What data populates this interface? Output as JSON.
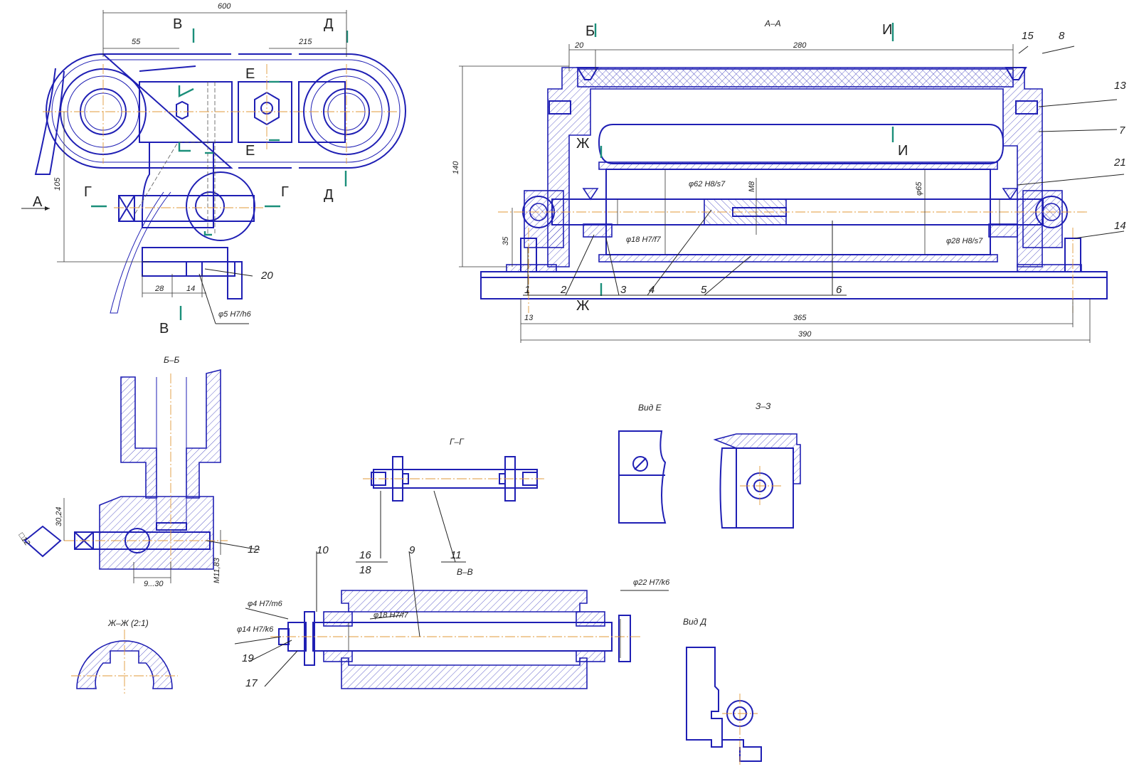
{
  "front_view": {
    "dim_600": "600",
    "dim_55": "55",
    "dim_215": "215",
    "dim_105": "105",
    "dim_28": "28",
    "dim_14": "14",
    "fit_phi5": "φ5 H7/h6",
    "callout_20": "20",
    "cut_v": "В",
    "cut_d": "Д",
    "cut_e": "Е",
    "cut_g": "Г",
    "view_a": "А"
  },
  "section_aa": {
    "title": "А–А",
    "cut_b": "Б",
    "cut_i": "И",
    "cut_zh": "Ж",
    "dim_20": "20",
    "dim_280": "280",
    "dim_140": "140",
    "dim_35": "35",
    "dim_13": "13",
    "dim_365": "365",
    "dim_390": "390",
    "fit_phi62": "φ62 H8/s7",
    "fit_phi18": "φ18 H7/f7",
    "thread_m8": "M8",
    "dim_phi65": "φ65",
    "fit_phi28": "φ28 H8/s7",
    "callouts": [
      "1",
      "2",
      "3",
      "4",
      "5",
      "6",
      "7",
      "8",
      "13",
      "14",
      "15",
      "21"
    ]
  },
  "section_bb": {
    "title": "Б–Б",
    "dim_30_24": "30,24",
    "dim_square_12": "□12",
    "dim_9_30": "9...30",
    "thread_m11": "M11,83",
    "callout_12": "12"
  },
  "section_gg": {
    "title": "Г–Г",
    "callout_16": "16",
    "callout_18": "18",
    "callout_11": "11"
  },
  "section_vv": {
    "title": "В–В",
    "callout_10": "10",
    "callout_9": "9",
    "callout_19": "19",
    "callout_17": "17",
    "fit_phi4": "φ4 H7/m6",
    "fit_phi14": "φ14 H7/k6",
    "fit_phi18": "φ18 H7/f7",
    "fit_phi22": "φ22 H7/k6"
  },
  "section_zh": {
    "title": "Ж–Ж (2:1)"
  },
  "view_e": {
    "title": "Вид Е"
  },
  "section_zz": {
    "title": "З–З"
  },
  "view_d": {
    "title": "Вид Д"
  }
}
